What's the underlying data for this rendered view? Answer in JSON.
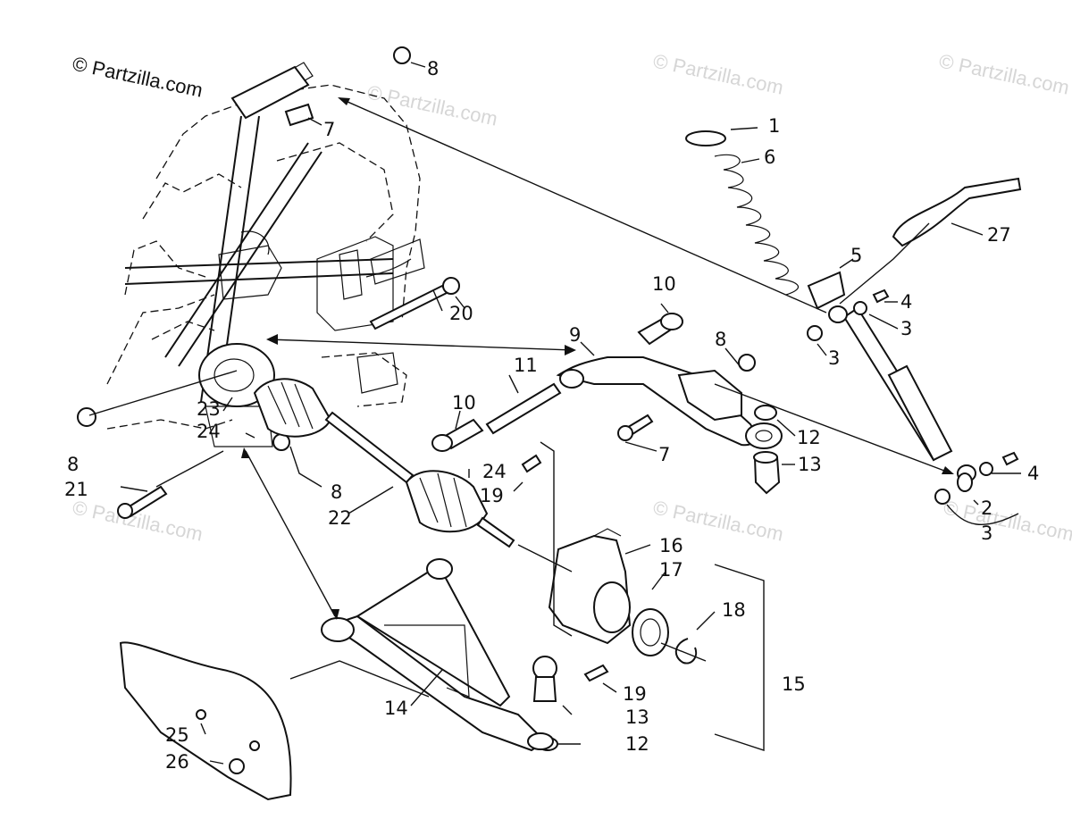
{
  "copyright": "© Partzilla.com",
  "watermarks": [
    "© Partzilla.com",
    "© Partzilla.com",
    "© Partzilla.com",
    "© Partzilla.com",
    "© Partzilla.com",
    "© Partzilla.com"
  ],
  "callouts": [
    "1",
    "2",
    "3",
    "3",
    "3",
    "4",
    "4",
    "5",
    "6",
    "7",
    "7",
    "8",
    "8",
    "8",
    "8",
    "9",
    "10",
    "10",
    "11",
    "12",
    "12",
    "13",
    "13",
    "14",
    "15",
    "16",
    "17",
    "18",
    "19",
    "19",
    "20",
    "21",
    "22",
    "23",
    "24",
    "24",
    "25",
    "26",
    "27"
  ]
}
